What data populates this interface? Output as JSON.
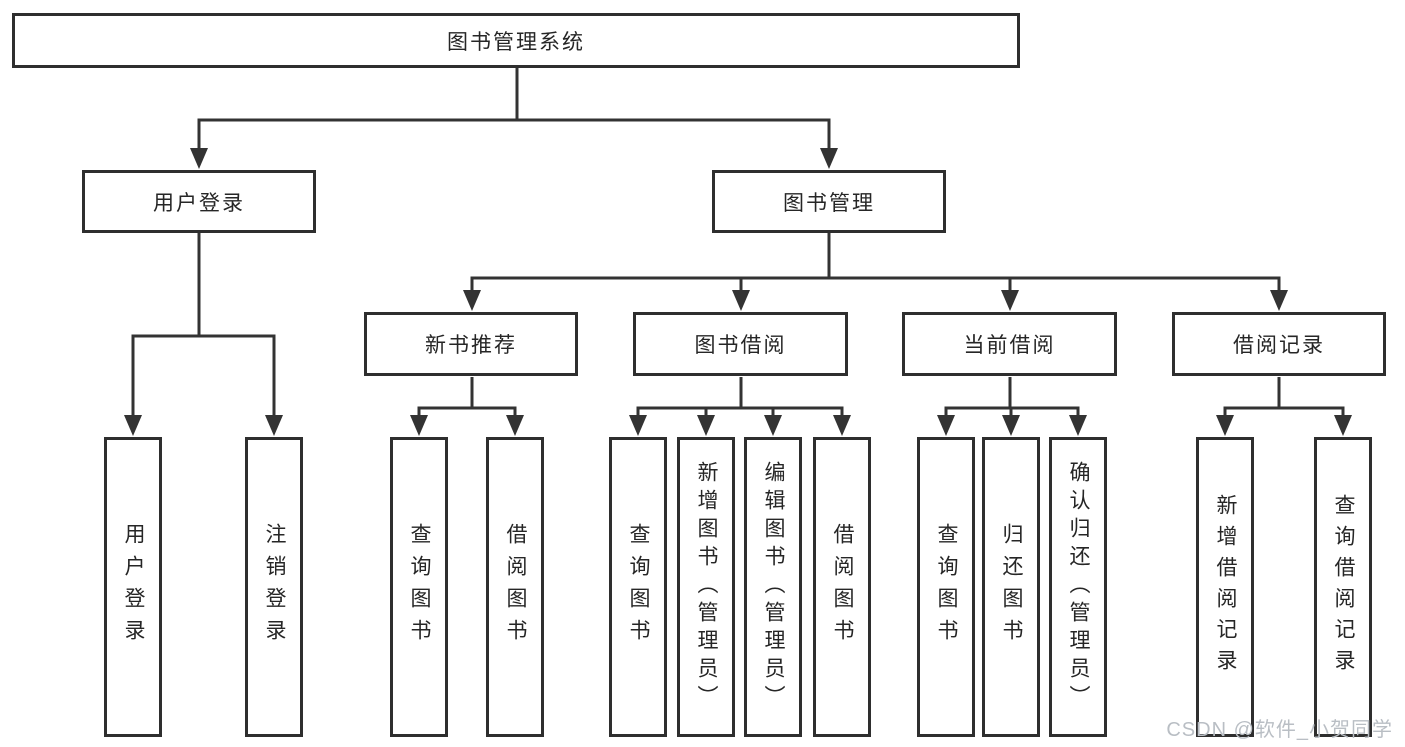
{
  "diagram": {
    "root": {
      "label": "图书管理系统"
    },
    "level2": [
      {
        "label": "用户登录"
      },
      {
        "label": "图书管理"
      }
    ],
    "level3": [
      {
        "label": "新书推荐"
      },
      {
        "label": "图书借阅"
      },
      {
        "label": "当前借阅"
      },
      {
        "label": "借阅记录"
      }
    ],
    "leaves": {
      "user_login": [
        "用户登录",
        "注销登录"
      ],
      "new_book": [
        "查询图书",
        "借阅图书"
      ],
      "book_borrow": [
        "查询图书",
        "新增图书（管理员）",
        "编辑图书（管理员）",
        "借阅图书"
      ],
      "current_borrow": [
        "查询图书",
        "归还图书",
        "确认归还（管理员）"
      ],
      "borrow_record": [
        "新增借阅记录",
        "查询借阅记录"
      ]
    }
  },
  "watermark": {
    "text": "CSDN @软件_小贺同学"
  },
  "colors": {
    "line": "#333333",
    "box_border": "#2e2e2e",
    "text": "#262626",
    "watermark": "#b9bec4",
    "background": "#ffffff"
  }
}
